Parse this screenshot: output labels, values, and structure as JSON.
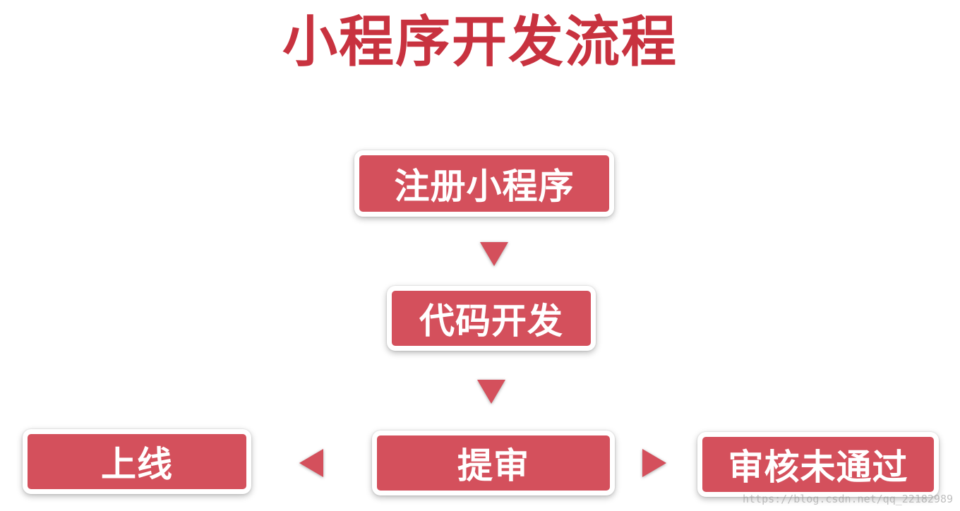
{
  "title": "小程序开发流程",
  "steps": {
    "register": "注册小程序",
    "develop": "代码开发",
    "submit": "提审",
    "online": "上线",
    "rejected": "审核未通过"
  },
  "colors": {
    "title": "#c8323f",
    "box_fill": "#d4505c",
    "box_border": "#ffffff",
    "box_text": "#ffffff",
    "arrow": "#d4505c"
  },
  "watermark": "https://blog.csdn.net/qq_22182989"
}
